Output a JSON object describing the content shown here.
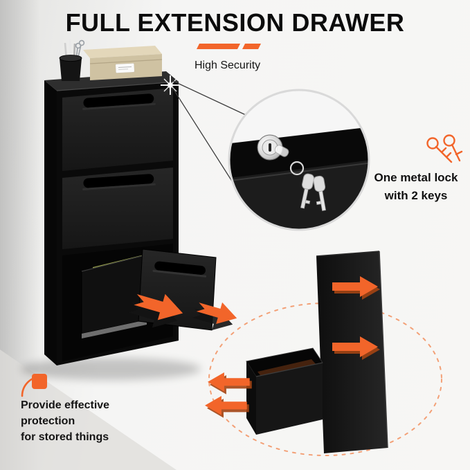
{
  "title": "FULL EXTENSION DRAWER",
  "security_callout": {
    "label": "High Security"
  },
  "lock_feature": {
    "line1": "One metal lock",
    "line2": "with 2 keys"
  },
  "protection_feature": {
    "line1": "Provide effective",
    "line2": "protection",
    "line3": "for stored things"
  },
  "colors": {
    "accent_orange": "#F2652A",
    "accent_orange_dark": "#A34413",
    "dashed_circle_orange": "#F3A076",
    "cabinet_black": "#141414",
    "folder_green": "#77803A",
    "background_gray": "#F3F3F2"
  },
  "icons": {
    "security_dashes": "dash-accent-icon",
    "lock_closeup": "lock-icon",
    "hanging_keys": "keys-icon",
    "keys_outline": "keys-icon",
    "protection_corner": "corner-arc-icon",
    "extension_arrows": "arrow-down-right-icon",
    "panel_arrows": "arrow-right-icon",
    "drawer_arrows": "arrow-left-icon"
  }
}
